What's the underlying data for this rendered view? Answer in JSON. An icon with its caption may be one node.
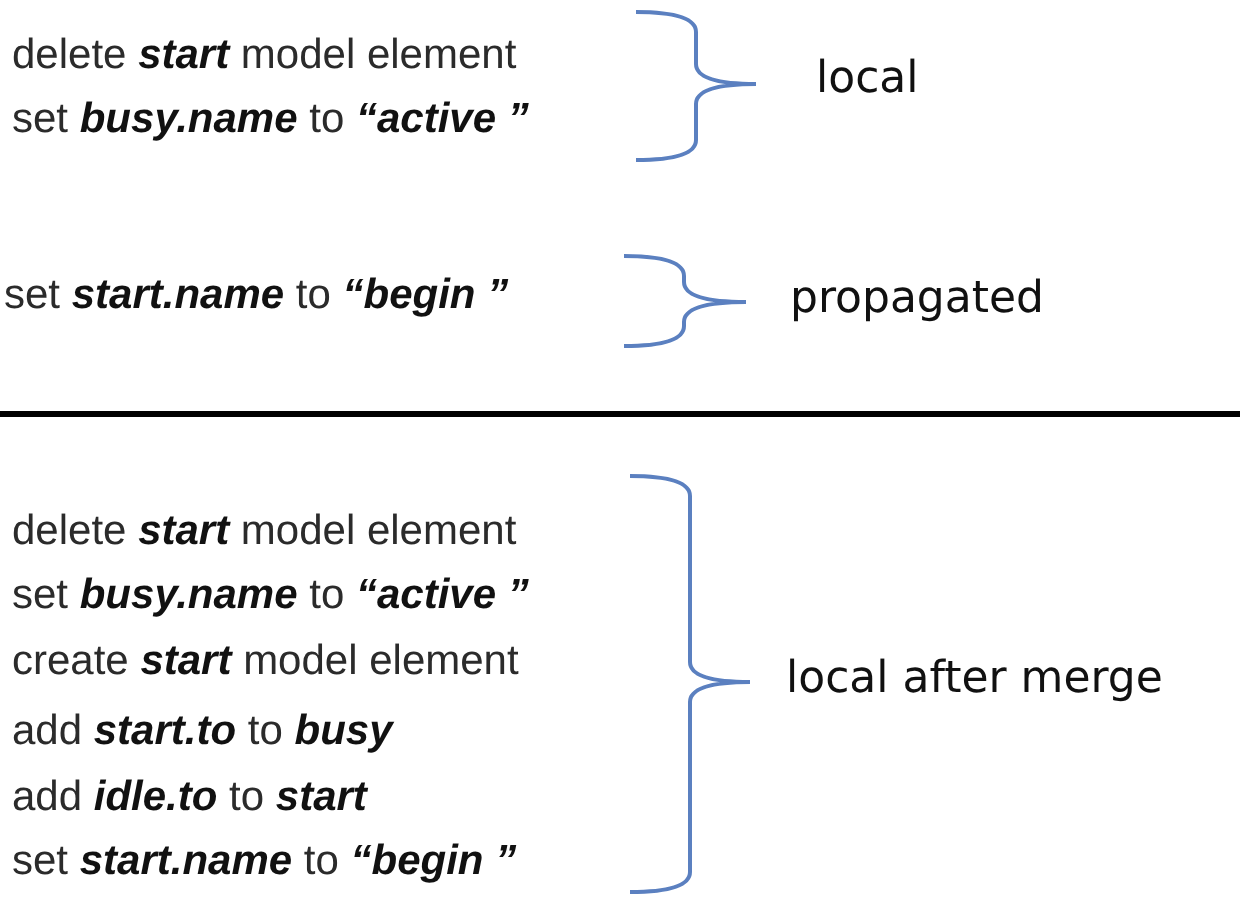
{
  "diagram": {
    "labels": [
      "delete **start** model element",
      "set **busy.name** to **“active ”**",
      "local",
      "set **start.name** to **“begin ”**",
      "propagated",
      "delete **start** model element",
      "set **busy.name** to **“active ”**",
      "create **start** model element",
      "add **start.to** to **busy**",
      "add **idle.to** to **start**",
      "set **start.name** to **“begin ”**",
      "local after merge"
    ]
  }
}
